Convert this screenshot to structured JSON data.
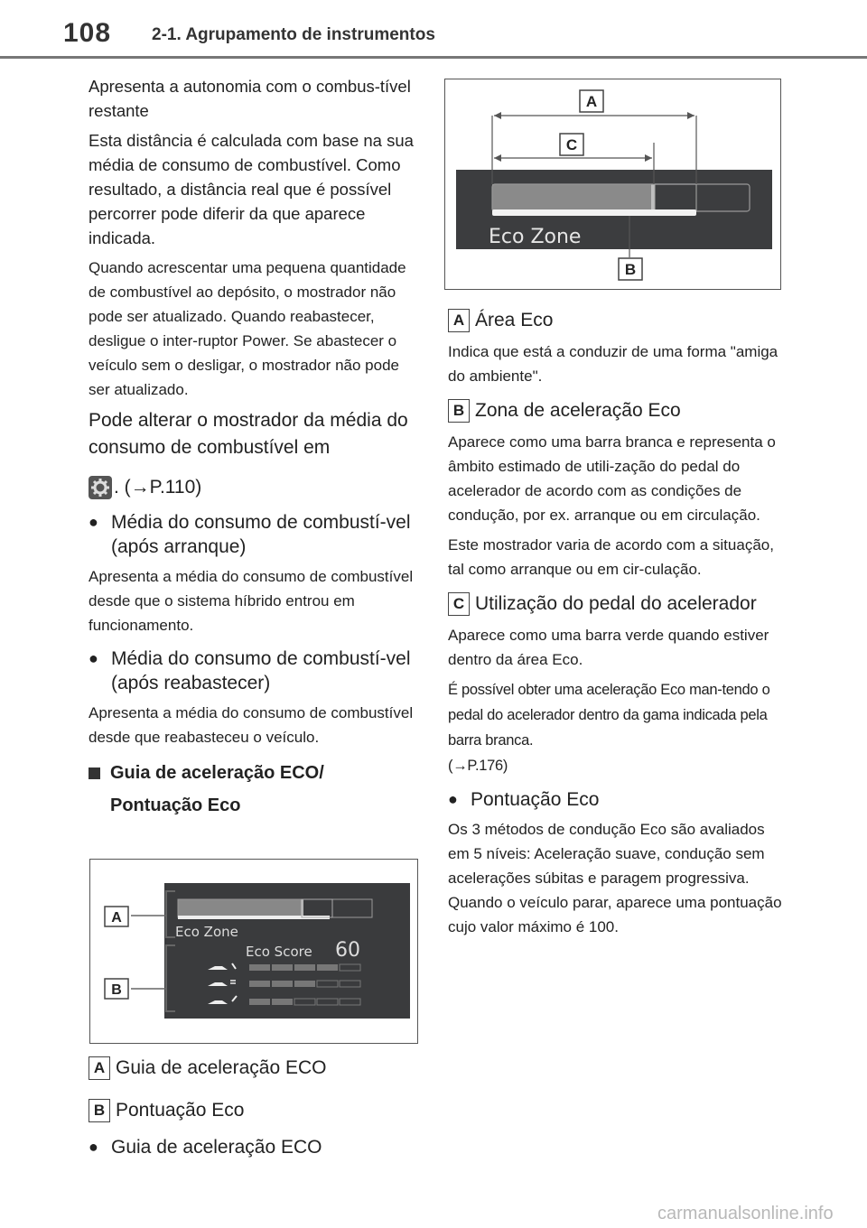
{
  "header": {
    "page_number": "108",
    "section": "2-1. Agrupamento de instrumentos"
  },
  "left": {
    "p1": "Apresenta a autonomia com o combus-tível restante",
    "p2": "Esta distância é calculada com base na sua média de consumo de combustível. Como resultado, a distância real que é possível percorrer pode diferir da que aparece indicada.",
    "p3": "Quando acrescentar uma pequena quantidade de combustível ao depósito, o mostrador não pode ser atualizado. Quando reabastecer, desligue o inter-ruptor Power. Se abastecer o veículo sem o desligar, o mostrador não pode ser atualizado.",
    "h_pre": "Pode alterar o mostrador da média do consumo de combustível em",
    "h_ref": ". (→P.110)",
    "b1_title": "Média do consumo de combustí-vel (após arranque)",
    "b1_text": "Apresenta a média do consumo de combustível desde que o sistema híbrido entrou em funcionamento.",
    "b2_title": "Média do consumo de combustí-vel (após reabastecer)",
    "b2_text": "Apresenta a média do consumo de combustível desde que reabasteceu o veículo.",
    "section_title": "Guia de aceleração ECO/ Pontuação Eco",
    "labelA": "Guia de aceleração ECO",
    "labelB": "Pontuação Eco",
    "b3_title": "Guia de aceleração ECO"
  },
  "fig1": {
    "a": "A",
    "b": "B",
    "c": "C",
    "zone": "Eco Zone"
  },
  "fig2": {
    "a": "A",
    "b": "B",
    "zone": "Eco Zone",
    "score_label": "Eco Score",
    "score_value": "60"
  },
  "right": {
    "a_badge": "A",
    "a_title": "Área Eco",
    "a_text": "Indica que está a conduzir de uma forma \"amiga do ambiente\".",
    "b_badge": "B",
    "b_title": "Zona de aceleração Eco",
    "b_text": "Aparece como uma barra branca e representa o âmbito estimado de utili-zação do pedal do acelerador de acordo com as condições de condução, por ex. arranque ou em circulação.",
    "b_text2": "Este mostrador varia de acordo com a situação, tal como arranque ou em cir-culação.",
    "c_badge": "C",
    "c_title": "Utilização do pedal do acelerador",
    "c_text": "Aparece como uma barra verde quando estiver dentro da área Eco.",
    "c_text2": "É possível obter uma aceleração Eco man-tendo o pedal do acelerador dentro da gama indicada pela barra branca.",
    "c_ref": "(→P.176)",
    "d_title": "Pontuação Eco",
    "d_text": "Os 3 métodos de condução Eco são avaliados em 5 níveis: Aceleração suave, condução sem acelerações súbitas e paragem progressiva. Quando o veículo parar, aparece uma pontuação cujo valor máximo é 100."
  },
  "footer": {
    "watermark": "carmanualsonline.info"
  }
}
